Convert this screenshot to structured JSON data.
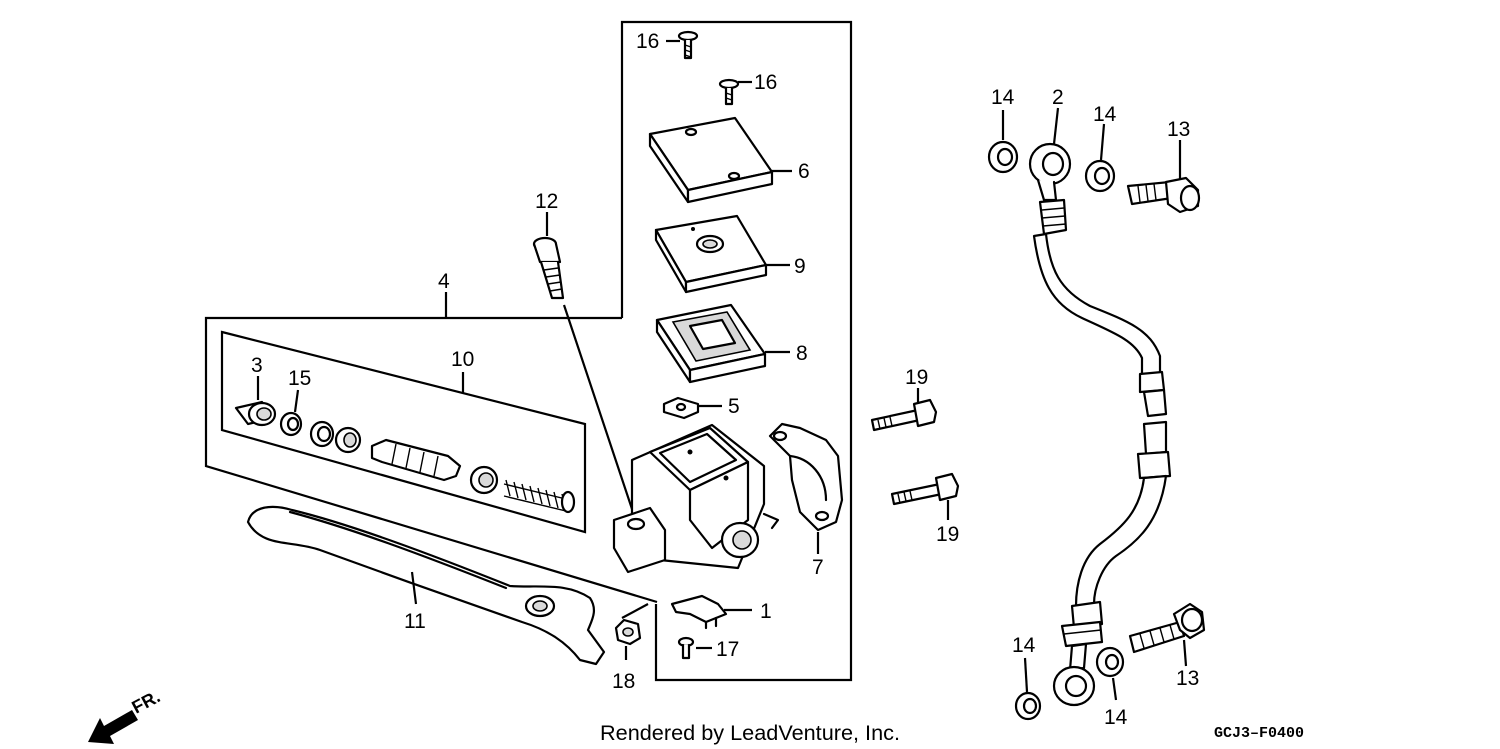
{
  "labels": {
    "p1": "1",
    "p2": "2",
    "p3": "3",
    "p4": "4",
    "p5": "5",
    "p6": "6",
    "p7": "7",
    "p8": "8",
    "p9": "9",
    "p10": "10",
    "p11": "11",
    "p12": "12",
    "p13a": "13",
    "p13b": "13",
    "p14a": "14",
    "p14b": "14",
    "p14c": "14",
    "p14d": "14",
    "p15": "15",
    "p16a": "16",
    "p16b": "16",
    "p17": "17",
    "p18": "18",
    "p19a": "19",
    "p19b": "19"
  },
  "footer": {
    "credit": "Rendered by LeadVenture, Inc.",
    "code": "GCJ3–F0400",
    "direction": "FR."
  }
}
